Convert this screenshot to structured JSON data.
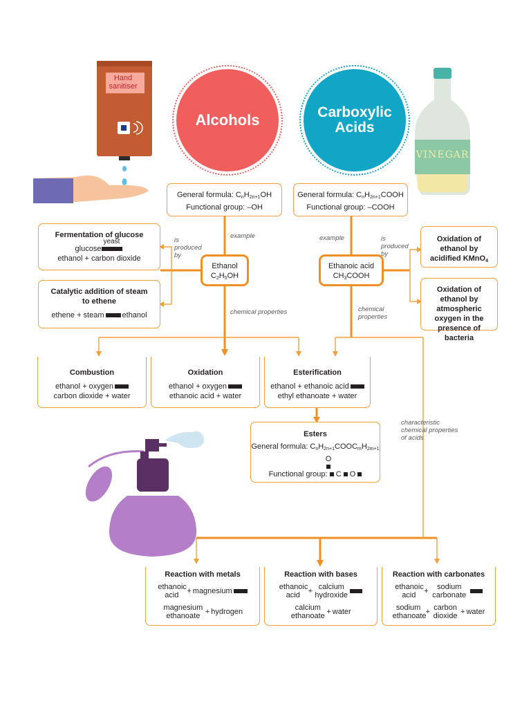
{
  "colors": {
    "alcohols": "#f05f5e",
    "carboxylic": "#11a6c5",
    "connector": "#ef8f24",
    "box_border": "#f3a03a"
  },
  "alcohols": {
    "title": "Alcohols",
    "general_formula": "General formula: C",
    "gf_sub1": "n",
    "gf_mid": "H",
    "gf_sub2": "2n+1",
    "gf_end": "OH",
    "functional_group": "Functional group: –OH",
    "example_label": "example",
    "example_name": "Ethanol",
    "example_formula_a": "C",
    "example_formula_sub1": "2",
    "example_formula_b": "H",
    "example_formula_sub2": "5",
    "example_formula_c": "OH",
    "produced_label": "is produced by"
  },
  "carboxylic": {
    "title": "Carboxylic Acids",
    "general_formula": "General formula: C",
    "gf_sub1": "n",
    "gf_mid": "H",
    "gf_sub2": "2n+1",
    "gf_end": "COOH",
    "functional_group": "Functional group: –COOH",
    "example_label": "example",
    "example_name": "Ethanoic acid",
    "example_formula_a": "CH",
    "example_formula_sub1": "3",
    "example_formula_b": "COOH",
    "produced_label": "is produced by"
  },
  "production": {
    "fermentation": {
      "title": "Fermentation of glucose",
      "line1": "glucose",
      "over_arrow": "yeast",
      "line2": "ethanol + carbon dioxide"
    },
    "catalytic": {
      "title": "Catalytic addition of steam to ethene",
      "line1": "ethene + steam",
      "line1_end": "ethanol"
    },
    "oxidation_kmno4": {
      "title": "Oxidation of ethanol by acidified KMnO",
      "sub": "4"
    },
    "oxidation_bacteria": {
      "title": "Oxidation of ethanol by atmospheric oxygen in the presence of bacteria"
    }
  },
  "labels": {
    "chemical_properties_left": "chemical properties",
    "chemical_properties_right": "chemical properties",
    "characteristic": "characteristic chemical properties of acids"
  },
  "reactions": {
    "combustion": {
      "title": "Combustion",
      "line1": "ethanol + oxygen",
      "line2": "carbon dioxide + water"
    },
    "oxidation": {
      "title": "Oxidation",
      "line1": "ethanol + oxygen",
      "line2": "ethanoic acid + water"
    },
    "esterification": {
      "title": "Esterification",
      "line1": "ethanol + ethanoic acid",
      "line2": "ethyl ethanoate + water"
    }
  },
  "esters": {
    "title": "Esters",
    "gf_a": "General formula: C",
    "gf_n": "n",
    "gf_b": "H",
    "gf_2n1": "2n+1",
    "gf_c": "COOC",
    "gf_m": "m",
    "gf_d": "H",
    "gf_2m1": "2m+1",
    "oxygen": "O",
    "fg_label": "Functional group:",
    "fg_c": "C",
    "fg_o": "O"
  },
  "acid_reactions": {
    "metals": {
      "title": "Reaction with metals",
      "r1a": "ethanoic acid",
      "plus1": "+",
      "r1b": "magnesium",
      "p1a": "magnesium ethanoate",
      "plus2": "+",
      "p1b": "hydrogen"
    },
    "bases": {
      "title": "Reaction with bases",
      "r1a": "ethanoic acid",
      "plus1": "+",
      "r1b": "calcium hydroxide",
      "p1a": "calcium ethanoate",
      "plus2": "+",
      "p1b": "water"
    },
    "carbonates": {
      "title": "Reaction with carbonates",
      "r1a": "ethanoic acid",
      "plus1": "+",
      "r1b": "sodium carbonate",
      "p1a": "sodium ethanoate",
      "plus2": "+",
      "p1b": "carbon dioxide",
      "plus3": "+",
      "p1c": "water"
    }
  },
  "illustrations": {
    "sanitiser_label": "Hand sanitiser",
    "vinegar_label": "VINEGAR"
  }
}
